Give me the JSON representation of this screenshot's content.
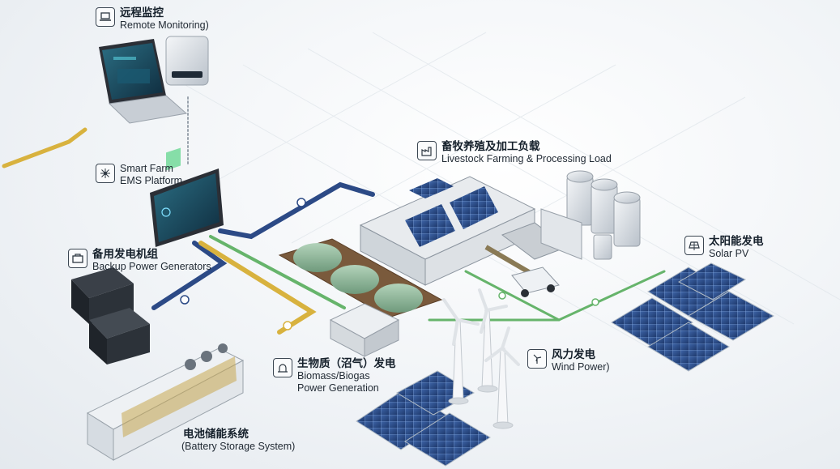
{
  "labels": {
    "remote": {
      "zh": "远程监控",
      "en": "Remote Monitoring)",
      "icon": "laptop-icon"
    },
    "ems": {
      "line1": "Smart Farm",
      "line2": "EMS Platform",
      "icon": "network-icon"
    },
    "backup": {
      "zh": "备用发电机组",
      "en": "Backup Power Generators",
      "icon": "generator-icon"
    },
    "livestock": {
      "zh": "畜牧养殖及加工负载",
      "en": "Livestock Farming & Processing Load",
      "icon": "factory-icon"
    },
    "solar": {
      "zh": "太阳能发电",
      "en": "Solar PV",
      "icon": "solar-panel-icon"
    },
    "wind": {
      "zh": "风力发电",
      "en": "Wind Power)",
      "icon": "wind-turbine-icon"
    },
    "biomass": {
      "zh": "生物质（沼气）发电",
      "en1": "Biomass/Biogas",
      "en2": "Power Generation",
      "icon": "biogas-icon"
    },
    "battery": {
      "zh": "电池储能系统",
      "en": "(Battery Storage System)"
    }
  },
  "colors": {
    "cable_blue": "#2c4a86",
    "cable_gold": "#d8b23e",
    "cable_green": "#66b46b",
    "panel_blue": "#2d4f8e",
    "dome_green": "#8fb79a"
  }
}
